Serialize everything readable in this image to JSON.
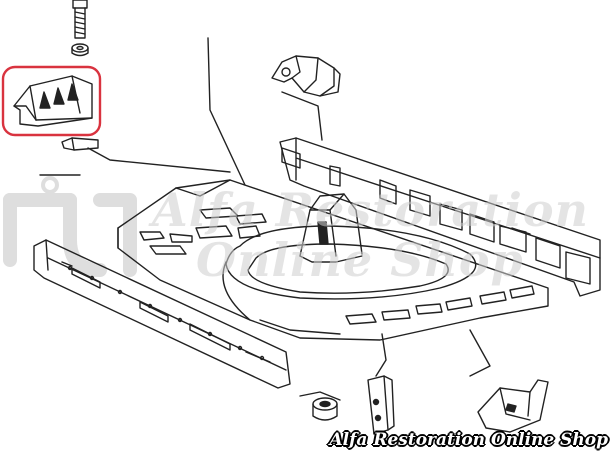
{
  "watermark": {
    "line1": "Alfa Restoration",
    "line2": "Online Shop"
  },
  "brand_banner": "Alfa Restoration Online Shop",
  "highlight": {
    "color": "#d9333f",
    "target": "spare-wheel-bracket"
  },
  "colors": {
    "line": "#222222",
    "watermark": "#cfcfcf",
    "background": "#ffffff"
  }
}
